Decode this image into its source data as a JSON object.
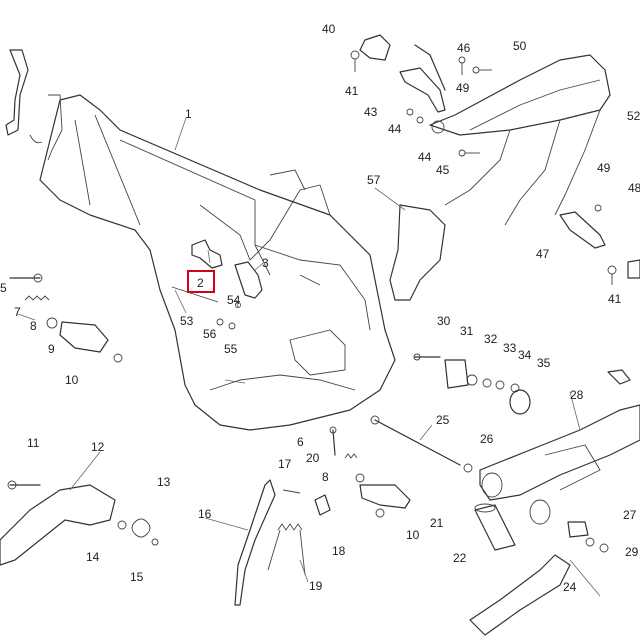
{
  "diagram": {
    "highlight_color": "#d0021b",
    "highlighted_callout": "2",
    "callouts": [
      "40",
      "46",
      "50",
      "41",
      "49",
      "43",
      "44",
      "52",
      "44",
      "45",
      "1",
      "57",
      "49",
      "48",
      "47",
      "41",
      "3",
      "2",
      "54",
      "53",
      "56",
      "55",
      "5",
      "7",
      "8",
      "9",
      "10",
      "30",
      "31",
      "32",
      "33",
      "34",
      "35",
      "28",
      "25",
      "26",
      "11",
      "12",
      "13",
      "14",
      "15",
      "6",
      "17",
      "20",
      "8",
      "16",
      "18",
      "19",
      "21",
      "10",
      "22",
      "24",
      "27",
      "29"
    ]
  }
}
